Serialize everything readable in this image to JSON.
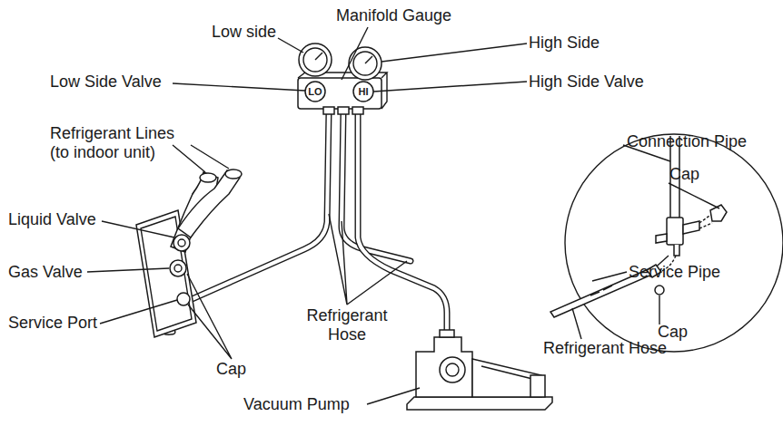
{
  "diagram": {
    "labels": [
      "Low side",
      "Manifold Gauge",
      "High Side",
      "Low Side Valve",
      "LO",
      "HI",
      "High Side Valve",
      "Refrigerant Lines (to indoor unit)",
      "Connection Pipe",
      "Cap",
      "Liquid Valve",
      "Gas Valve",
      "Service Pipe",
      "Service Port",
      "Refrigerant Hose",
      "Cap",
      "Cap",
      "Refrigerant Hose",
      "Vacuum Pump"
    ]
  }
}
